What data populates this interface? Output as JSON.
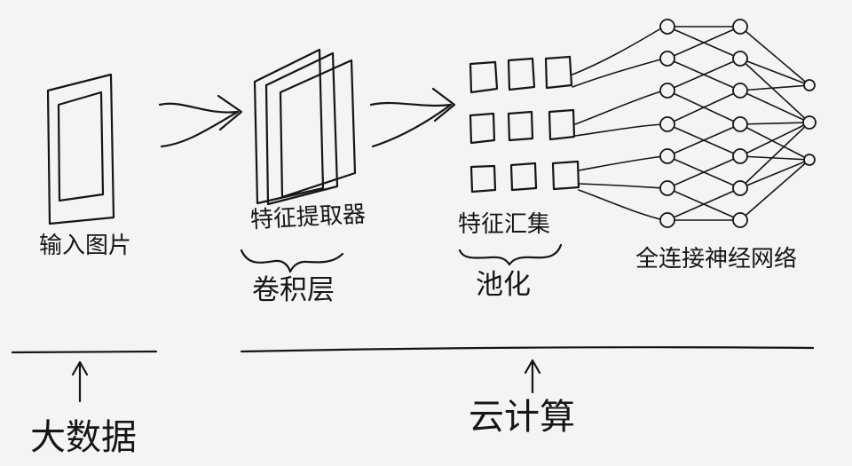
{
  "labels": {
    "input_image": "输入图片",
    "feature_extractor": "特征提取器",
    "conv_layer": "卷积层",
    "feature_pooling": "特征汇集",
    "pooling": "池化",
    "fully_connected": "全连接神经网络",
    "big_data": "大数据",
    "cloud_computing": "云计算"
  },
  "colors": {
    "ink": "#151515",
    "paper": "#f4f4f2"
  }
}
